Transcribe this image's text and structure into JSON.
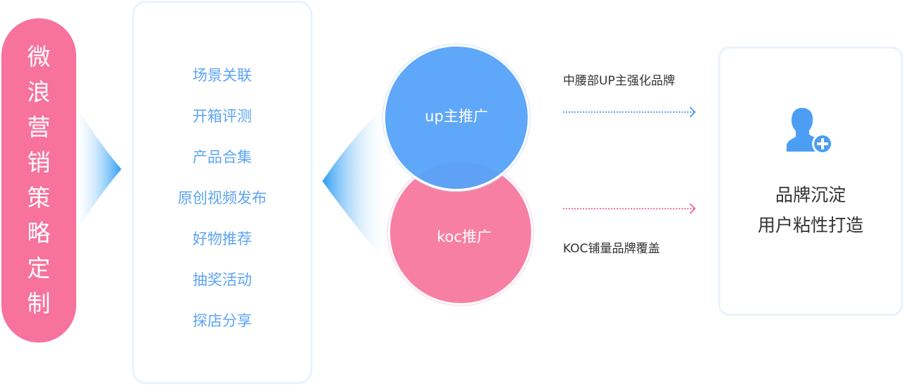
{
  "strategy": {
    "title_chars": [
      "微",
      "浪",
      "营",
      "销",
      "策",
      "略",
      "定",
      "制"
    ],
    "title": "微浪营销策略定制",
    "color": "#f7729c"
  },
  "tactics": {
    "items": [
      "场景关联",
      "开箱评测",
      "产品合集",
      "原创视频发布",
      "好物推荐",
      "抽奖活动",
      "探店分享"
    ],
    "text_color": "#5da4f2"
  },
  "channels": {
    "up": {
      "label": "up主推广",
      "color": "#58a3f8"
    },
    "koc": {
      "label": "koc推广",
      "color": "#f87fa4"
    }
  },
  "flows": {
    "up": {
      "label": "中腰部UP主强化品牌",
      "color": "#5da4f2"
    },
    "koc": {
      "label": "KOC铺量品牌覆盖",
      "color": "#f7729c"
    }
  },
  "result": {
    "icon": "user-add-icon",
    "line1": "品牌沉淀",
    "line2": "用户粘性打造",
    "icon_color": "#4b9ef4"
  }
}
